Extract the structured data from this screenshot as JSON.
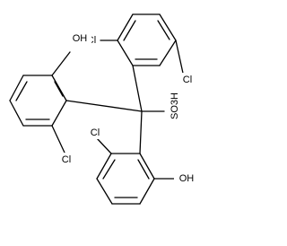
{
  "atom_labels": {
    "cl_top": "Cl",
    "cl_right": "Cl",
    "oh_top_left": "OH",
    "cl_left": "Cl",
    "so3h": "SO3H",
    "cl_bottom": "Cl",
    "oh_bottom": "OH"
  }
}
